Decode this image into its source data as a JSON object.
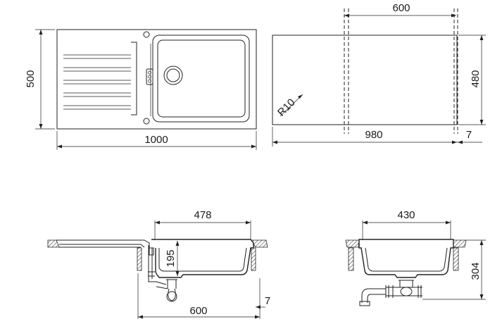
{
  "top_view": {
    "width_label": "1000",
    "depth_label": "500"
  },
  "cutout_view": {
    "width_label": "980",
    "depth_label": "480",
    "bowl_span_label": "600",
    "radius_label": "R10",
    "edge_label": "7"
  },
  "side_section": {
    "bowl_width_label": "478",
    "bowl_depth_label": "195",
    "base_width_label": "600",
    "edge_label": "7"
  },
  "front_section": {
    "bowl_width_label": "430",
    "total_height_label": "304"
  }
}
